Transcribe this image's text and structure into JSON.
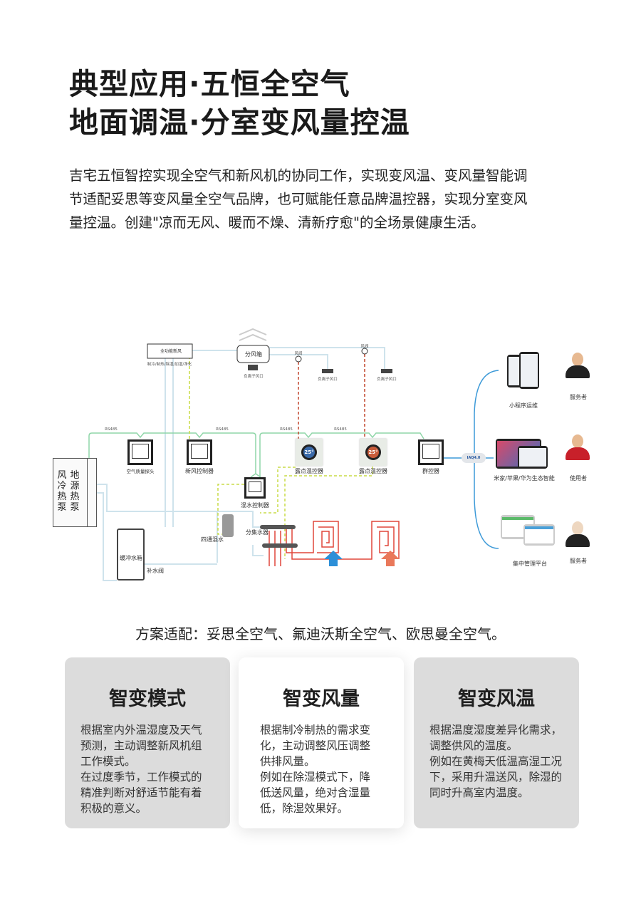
{
  "header": {
    "title_line1": "典型应用·五恒全空气",
    "title_line2": "地面调温·分室变风量控温"
  },
  "intro": {
    "lines": [
      "吉宅五恒智控实现全空气和新风机的协同工作，实现变风温、变风量智能调",
      "节适配妥思等变风量全空气品牌，也可赋能任意品牌温控器，实现分室变风",
      "量控温。创建\"凉而无风、暖而不燥、清新疗愈\"的全场景健康生活。"
    ]
  },
  "diagram": {
    "fresh_air_unit": "全功能新风",
    "fresh_air_functions": "制冷/制热/除湿/加湿/净化",
    "air_distributor": "分风箱",
    "ion_outlet": "负离子风口",
    "damper": "风阀",
    "rs485": "RS485",
    "heat_pump_col1": "风冷热泵",
    "heat_pump_col2": "地源热泵",
    "air_quality_sensor": "空气质量探头",
    "fresh_air_controller": "新风控制器",
    "dew_thermostat": "露点温控器",
    "thermostat_reading": "25°",
    "group_controller": "群控器",
    "mixing_controller": "混水控制器",
    "four_way_mixing": "四通混水",
    "manifold": "分集水器",
    "buffer_tank": "缓冲水箱",
    "makeup_valve": "补水阀",
    "cloud": "IAQ4.0",
    "mini_program": "小程序运维",
    "ecosystem": "米家/苹果/华为生态智能",
    "platform": "集中管理平台",
    "servicer": "服务者",
    "user": "使用者",
    "colors": {
      "rs485": "#8fd6a8",
      "signal": "#c8dc46",
      "damper_signal": "#c0442a",
      "water": "#cfe3ec",
      "floor": "#e0463a",
      "network": "#3d9ad8",
      "cool": "#2c8fd8",
      "warm": "#e9785a"
    }
  },
  "compat": "方案适配：妥思全空气、氟迪沃斯全空气、欧思曼全空气。",
  "cards": [
    {
      "title": "智变模式",
      "lines": [
        "根据室内外温湿度及天气",
        "预测，主动调整新风机组",
        "工作模式。",
        "在过度季节，工作模式的",
        "精准判断对舒适节能有着",
        "积极的意义。"
      ]
    },
    {
      "title": "智变风量",
      "lines": [
        "根据制冷制热的需求变",
        "化，主动调整风压调整",
        "供排风量。",
        "例如在除湿模式下，降",
        "低送风量，绝对含湿量",
        "低，除湿效果好。"
      ]
    },
    {
      "title": "智变风温",
      "lines": [
        "根据温度湿度差异化需求，",
        "调整供风的温度。",
        "例如在黄梅天低温高湿工况",
        "下，采用升温送风，除湿的",
        "同时升高室内温度。"
      ]
    }
  ]
}
